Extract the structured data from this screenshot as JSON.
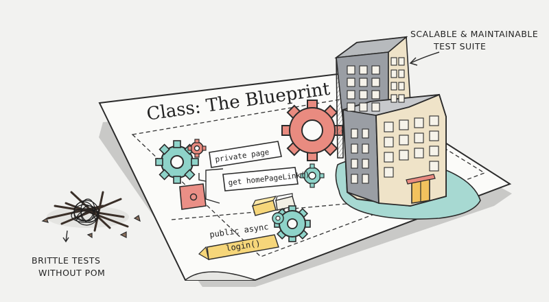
{
  "blueprint": {
    "title": "Class: The Blueprint",
    "property_label": "private page",
    "method_label": "get homePageLink()",
    "async_prefix": "public async",
    "async_method": "login()"
  },
  "callouts": {
    "scalable_line1": "SCALABLE & MAINTAINABLE",
    "scalable_line2": "TEST SUITE",
    "brittle_line1": "BRITTLE TESTS",
    "brittle_line2": "WITHOUT POM"
  },
  "colors": {
    "background": "#f2f2f0",
    "paper": "#fbfbf9",
    "ink": "#2b2b2b",
    "gear_teal": "#8ed3c9",
    "gear_coral": "#e98b80",
    "box_coral": "#ea8f86",
    "highlight_yellow": "#f6d67a",
    "building_tan": "#efe3c8",
    "building_gray": "#9a9ea4",
    "water_teal": "#a7d9d2"
  }
}
